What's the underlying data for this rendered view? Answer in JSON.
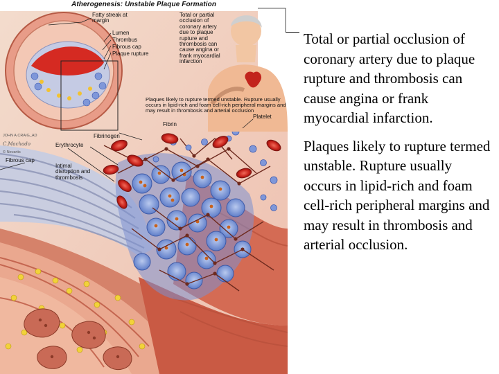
{
  "figure": {
    "title": "Atherogenesis: Unstable Plaque Formation",
    "labels": {
      "fatty_streak": "Fatty streak at margin",
      "lumen": "Lumen",
      "thrombus": "Thrombus",
      "fibrous_cap_top": "Fibrous cap",
      "plaque_rupture": "Plaque rupture",
      "occlusion": "Total or partial occlusion of coronary artery due to plaque rupture and thrombosis can cause angina or frank myocardial infarction",
      "plaques_caption": "Plaques likely to rupture termed unstable. Rupture usually occurs in lipid-rich and foam cell-rich peripheral margins and may result in thrombosis and arterial occlusion",
      "platelet": "Platelet",
      "fibrinogen": "Fibrinogen",
      "fibrin": "Fibrin",
      "erythrocyte": "Erythrocyte",
      "fibrous_cap_left": "Fibrous cap",
      "intimal_disruption": "Intimal disruption and thrombosis",
      "signature_1": "JOHN A.CRAIG_AD",
      "signature_2": "C.Machado",
      "signature_3": "© Novartis"
    }
  },
  "text": {
    "paragraph_1": "Total or partial occlusion of coronary artery due to plaque rupture and thrombosis can cause angina or frank myocardial infarction.",
    "paragraph_2": "Plaques likely to rupture termed unstable.  Rupture usually occurs in lipid-rich and foam cell-rich peripheral margins and may result in thrombosis and arterial occlusion."
  }
}
